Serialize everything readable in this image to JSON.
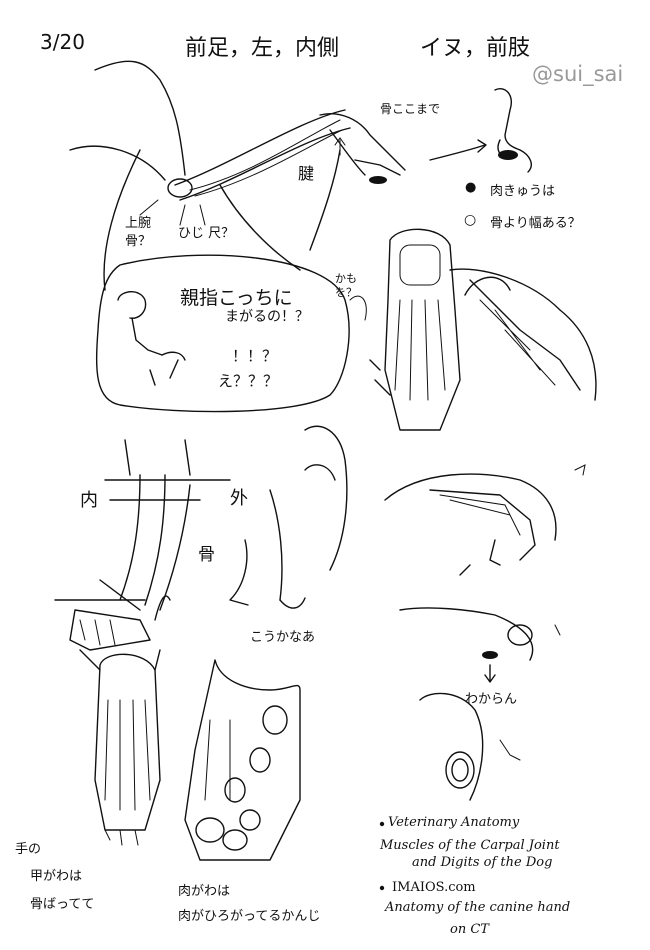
{
  "header": {
    "date": "3/20",
    "title_left": "前足，左，内側",
    "title_right": "イヌ，前肢",
    "watermark": "@sui_sai"
  },
  "labels": {
    "bone_to_here": "骨ここまで",
    "tendon": "腱",
    "humerus": "上腕\n骨？",
    "radius_ulna": "ひじ 尺？",
    "pad_legend": "肉きゅうは",
    "bone_wider": "骨より幅ある？",
    "thumb_q1": "親指こっちに",
    "thumb_q2": "まがるの！？",
    "exclaim": "！！？",
    "eh": "え？？？",
    "kamo": "かも\nを？",
    "inner": "内",
    "outer": "外",
    "bone": "骨",
    "like_this": "こうかなあ",
    "dunno": "わからん",
    "back_side_1": "手の",
    "back_side_2": "甲がわは",
    "back_side_3": "骨ばってて",
    "pad_side_1": "肉がわは",
    "pad_side_2": "肉がひろがってるかんじ"
  },
  "references": {
    "line1": "Veterinary Anatomy",
    "line2": "Muscles of the Carpal Joint",
    "line3": "and Digits of the Dog",
    "line4": "IMAIOS.com",
    "line5": "Anatomy of the canine hand",
    "line6": "on CT"
  },
  "icons": {
    "legend_filled": "filled-circle-icon",
    "legend_open": "open-circle-icon"
  }
}
